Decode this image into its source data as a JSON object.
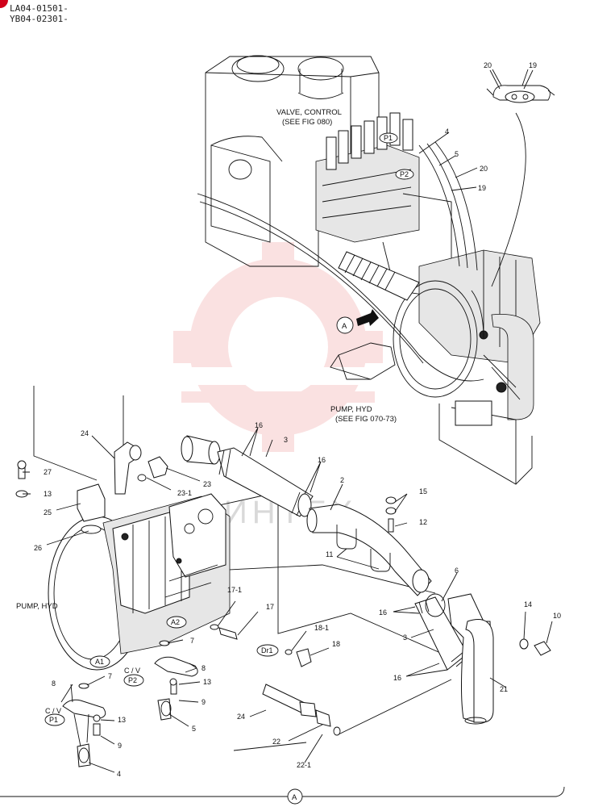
{
  "header": {
    "code_1": "LA04-01501-",
    "code_2": "YB04-02301-"
  },
  "callouts": {
    "valve_control_1": "VALVE, CONTROL",
    "valve_control_2": "(SEE FIG 080)",
    "pump_hyd_1": "PUMP, HYD",
    "pump_hyd_2": "(SEE FIG 070-73)",
    "pump_hyd_main": "PUMP, HYD",
    "view_a": "A",
    "view_a_bottom": "A"
  },
  "ports": {
    "p1_top": "P1",
    "p2_top": "P2",
    "a1": "A1",
    "a2": "A2",
    "dr1": "Dr1",
    "p2": "P2",
    "p1": "P1",
    "cv1": "C / V",
    "cv2": "C / V"
  },
  "parts": {
    "n20a": "20",
    "n19a": "19",
    "n4a": "4",
    "n5a": "5",
    "n20b": "20",
    "n19b": "19",
    "n24a": "24",
    "n27": "27",
    "n13a": "13",
    "n25": "25",
    "n26": "26",
    "n23_1": "23-1",
    "n23": "23",
    "n16a": "16",
    "n3a": "3",
    "n16b": "16",
    "n2": "2",
    "n15": "15",
    "n12": "12",
    "n11": "11",
    "n17_1": "17-1",
    "n17": "17",
    "n18_1": "18-1",
    "n18": "18",
    "n7a": "7",
    "n7b": "7",
    "n8a": "8",
    "n8b": "8",
    "n13b": "13",
    "n13c": "13",
    "n9a": "9",
    "n9b": "9",
    "n5b": "5",
    "n4b": "4",
    "n6": "6",
    "n16c": "16",
    "n3b": "3",
    "n16d": "16",
    "n14": "14",
    "n10": "10",
    "n21": "21",
    "n24b": "24",
    "n22": "22",
    "n22_1": "22-1"
  },
  "watermark": {
    "text": "ИНТЕХ",
    "color": "#f2b8b8"
  },
  "colors": {
    "ink": "#111111",
    "mark": "#d0021b"
  }
}
